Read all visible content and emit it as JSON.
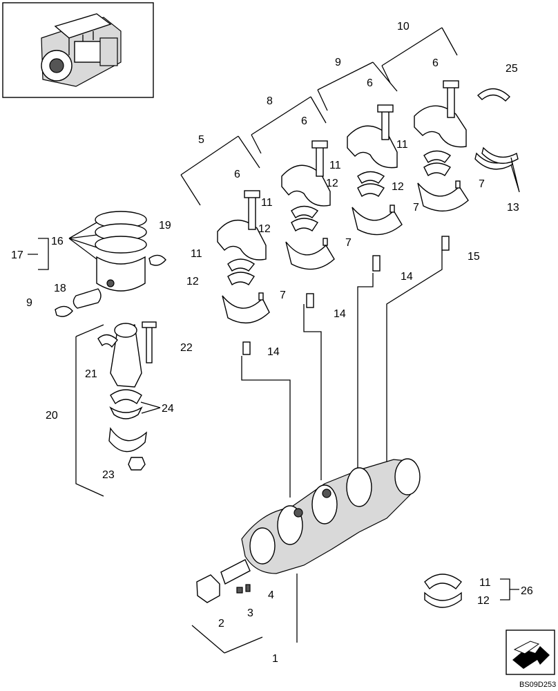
{
  "diagram": {
    "drawing_code": "BS09D253",
    "callouts": [
      "1",
      "2",
      "3",
      "4",
      "5",
      "6",
      "7",
      "8",
      "9",
      "10",
      "11",
      "12",
      "13",
      "14",
      "15",
      "16",
      "17",
      "18",
      "19",
      "20",
      "21",
      "22",
      "23",
      "24",
      "25",
      "26"
    ]
  },
  "parts": {
    "inset": "engine-overview-icon",
    "crankshaft": "crankshaft",
    "pistons": "piston-with-rings",
    "connecting_rod": "connecting-rod",
    "main_bearing_caps": "main-bearing-cap",
    "bearing_shells": "bearing-shell",
    "thrust_washers": "thrust-washer",
    "navigation_icon": "next-page-arrow-icon"
  }
}
